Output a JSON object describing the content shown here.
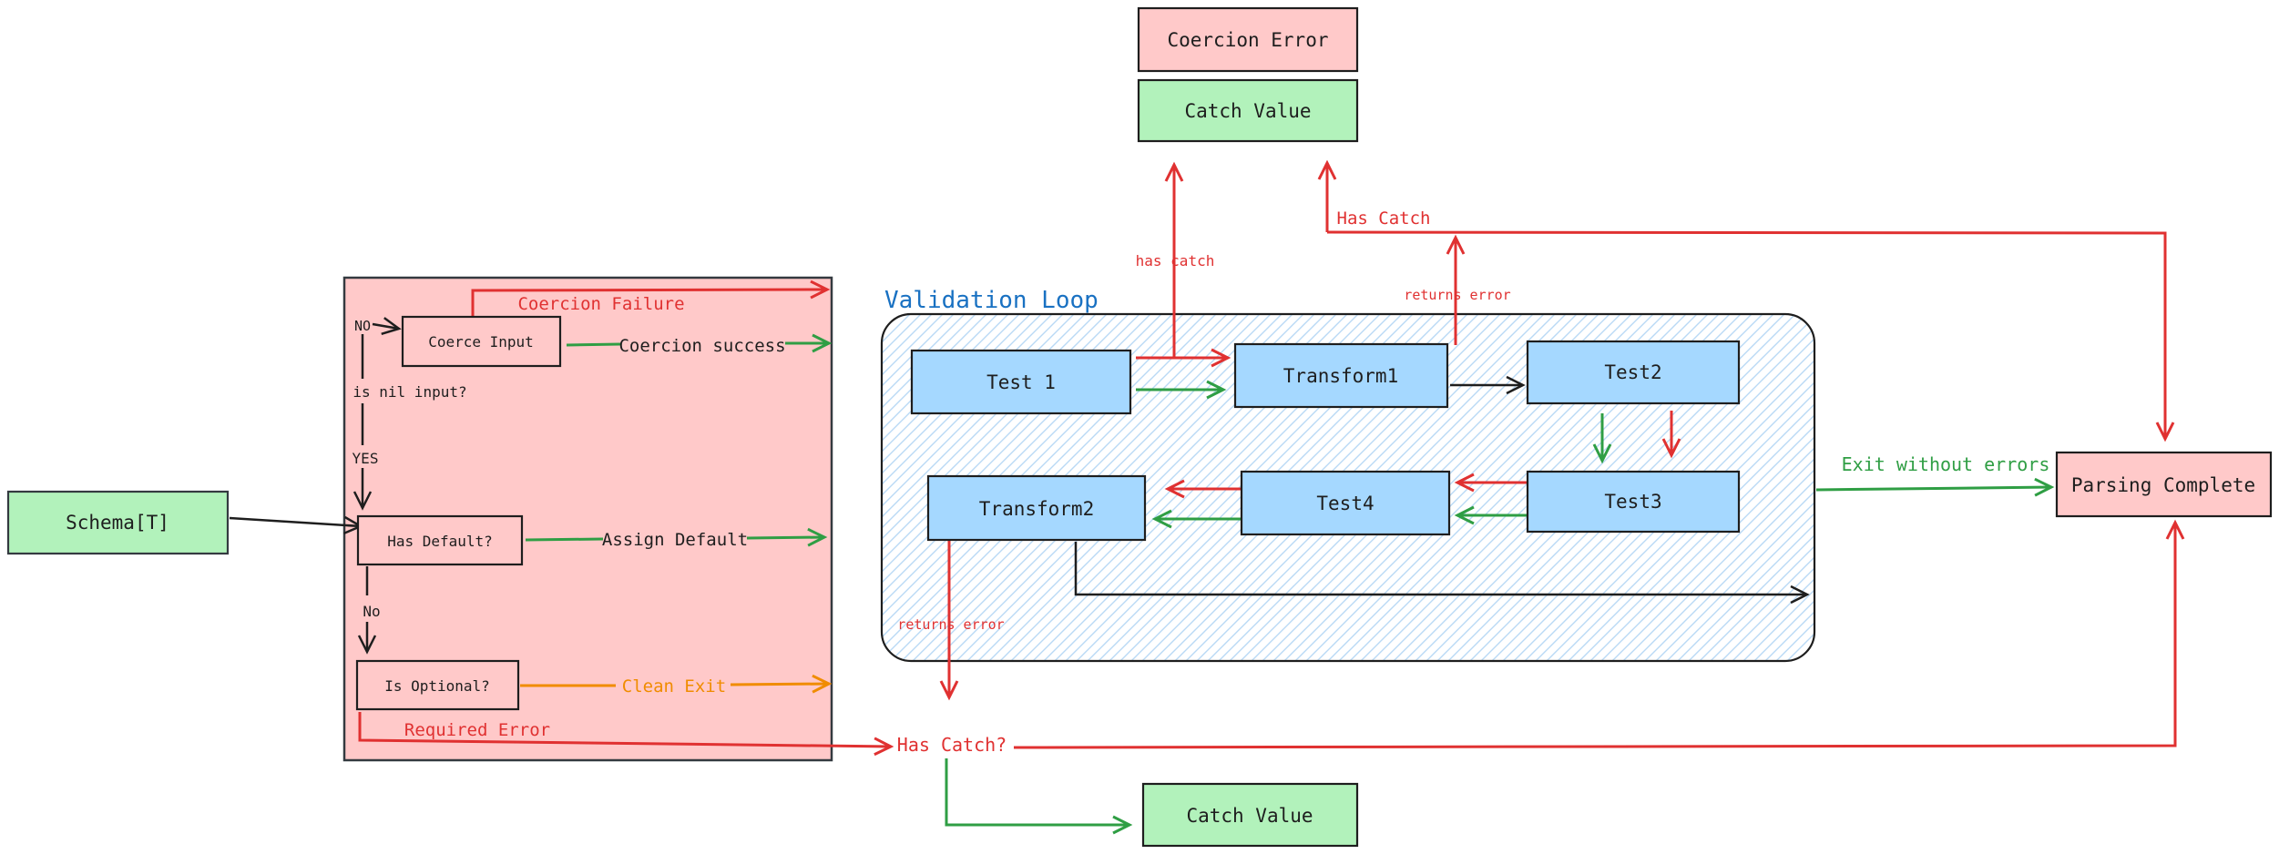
{
  "diagram": {
    "title": "Validation Loop",
    "nodes": {
      "coercion_error": "Coercion Error",
      "catch_value_top": "Catch Value",
      "schema": "Schema[T]",
      "coerce_input": "Coerce Input",
      "has_default": "Has Default?",
      "is_optional": "Is Optional?",
      "test1": "Test 1",
      "transform1": "Transform1",
      "test2": "Test2",
      "test3": "Test3",
      "test4": "Test4",
      "transform2": "Transform2",
      "parsing_complete": "Parsing Complete",
      "catch_value_bottom": "Catch Value"
    },
    "labels": {
      "coercion_failure": "Coercion Failure",
      "coercion_success": "Coercion success",
      "no_upper": "NO",
      "is_nil_input": "is nil input?",
      "yes": "YES",
      "assign_default": "Assign Default",
      "no": "No",
      "clean_exit": "Clean Exit",
      "required_error": "Required Error",
      "has_catch": "has catch",
      "has_catch_caps": "Has Catch",
      "returns_error_top": "returns error",
      "returns_error_bottom": "returns error",
      "exit_without_errors": "Exit without errors",
      "has_catch_q": "Has Catch?"
    },
    "colors": {
      "arrow_red": "#e03131",
      "arrow_green": "#2f9e44",
      "arrow_orange": "#f08c00",
      "title_blue": "#1971c2",
      "ink": "#1e1e1e",
      "node_pink": "#ffc9c9",
      "node_green": "#b2f2bb",
      "node_blue": "#a5d8ff",
      "hatch_blue": "#b9d9f5"
    }
  }
}
